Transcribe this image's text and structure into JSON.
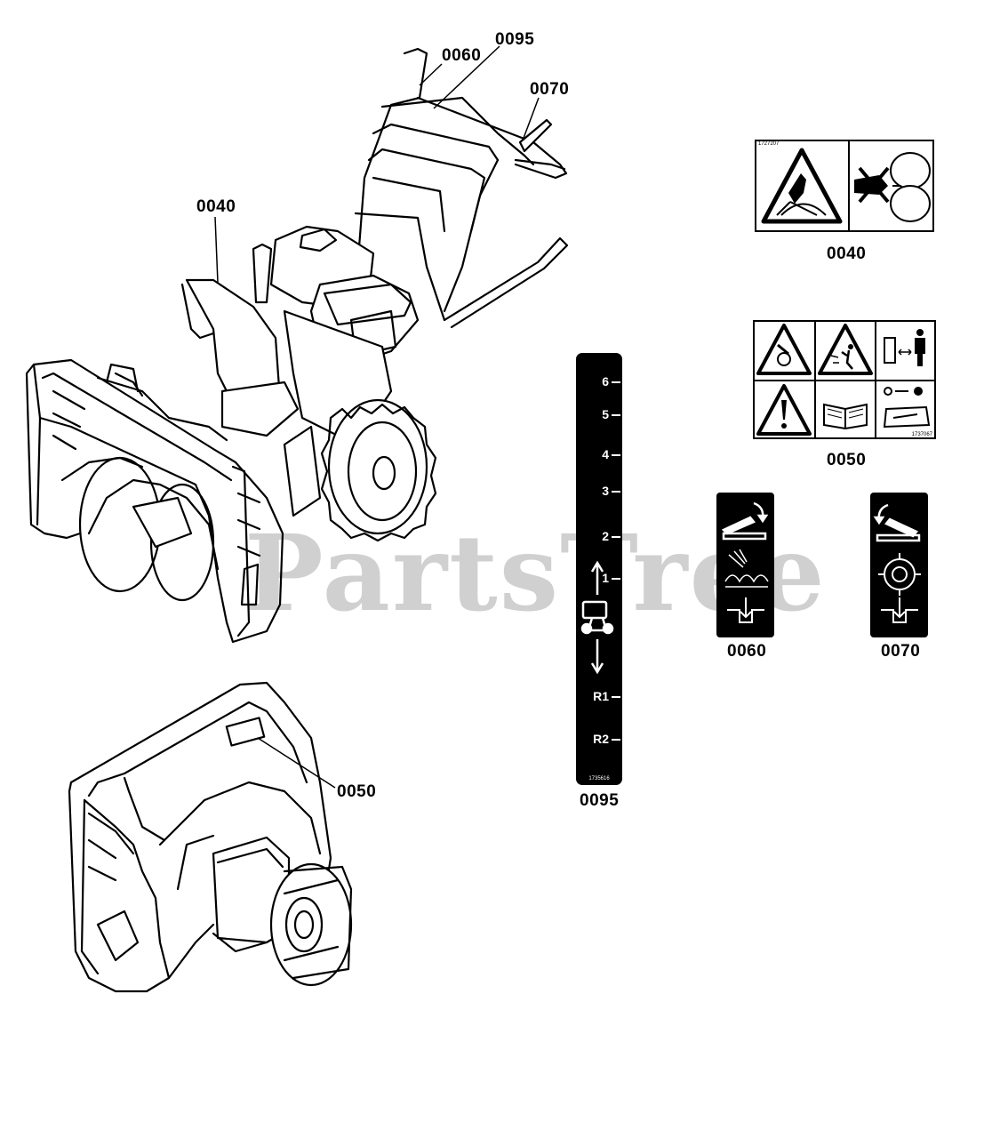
{
  "callouts": {
    "c0060": "0060",
    "c0095": "0095",
    "c0070": "0070",
    "c0040": "0040",
    "c0050": "0050"
  },
  "decals": {
    "d0040": {
      "label": "0040",
      "code": "1727207"
    },
    "d0050": {
      "label": "0050",
      "code": "1737067"
    },
    "d0060": {
      "label": "0060"
    },
    "d0070": {
      "label": "0070"
    },
    "d0095": {
      "label": "0095",
      "code": "1735616",
      "speeds": [
        "6",
        "5",
        "4",
        "3",
        "2",
        "1",
        "R1",
        "R2"
      ]
    }
  },
  "watermark": "PartsTree",
  "icons": [
    "warning-hand-icon",
    "no-hands-auger-icon",
    "warning-thrower-icon",
    "warning-debris-icon",
    "keep-distance-icon",
    "warning-exclamation-icon",
    "manual-book-icon",
    "remove-key-icon",
    "auger-lever-icon",
    "drive-lever-icon",
    "wheel-icon",
    "push-down-icon"
  ]
}
